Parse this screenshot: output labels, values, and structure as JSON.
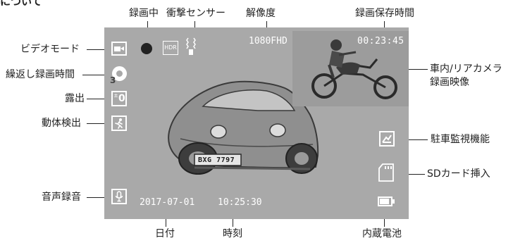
{
  "header": {
    "partial_title": "について"
  },
  "callouts": {
    "recording": "録画中",
    "shock_sensor": "衝撃センサー",
    "resolution": "解像度",
    "rec_save_time": "録画保存時間",
    "video_mode": "ビデオモード",
    "loop_time": "繰返し録画時間",
    "exposure": "露出",
    "motion": "動体検出",
    "inner_rear": "車内/リアカメラ\n録画映像",
    "parking": "駐車監視機能",
    "sd_card": "SDカード挿入",
    "audio": "音声録音",
    "date": "日付",
    "time": "時刻",
    "battery": "内蔵電池"
  },
  "screen": {
    "hdr": "HDR",
    "loop_number": "3",
    "resolution_value": "1080FHD",
    "rec_time_value": "00:23:45",
    "date_value": "2017-07-01",
    "time_value": "10:25:30",
    "plate": "BXG 7797"
  }
}
